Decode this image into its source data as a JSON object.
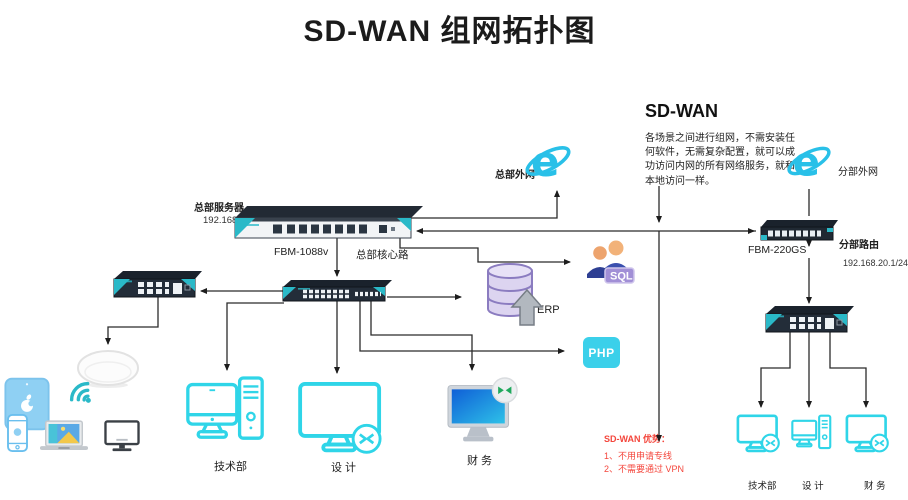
{
  "title": "SD-WAN 组网拓扑图",
  "sdwan_note": {
    "heading": "SD-WAN",
    "description": "各场景之间进行组网，不需安装任何软件，无需复杂配置，就可以成功访问内网的所有网络服务，就和本地访问一样。"
  },
  "hq": {
    "wan_label": "总部外网",
    "server_label": "总部服务器",
    "server_ip": "192.168.10.1/24",
    "router_model": "FBM-1088v",
    "core_label": "总部核心路",
    "services": {
      "erp": "ERP",
      "php": "PHP",
      "sql": "SQL"
    },
    "departments": [
      "技术部",
      "设 计",
      "财 务"
    ]
  },
  "branch": {
    "wan_label": "分部外网",
    "router_model": "FBM-220GS",
    "router_label": "分部路由",
    "router_ip": "192.168.20.1/24",
    "departments": [
      "技术部",
      "设 计",
      "财 务"
    ]
  },
  "advantages": {
    "heading": "SD-WAN 优势：",
    "items": [
      "1、不用申请专线",
      "2、不需要通过 VPN"
    ]
  },
  "colors": {
    "device_teal": "#2ab9c8",
    "icon_cyan": "#2fd5e8",
    "ie_blue": "#29c0e8",
    "accent_red": "#f4463c",
    "erp_purple": "#8b7cc0",
    "sql_tag": "#a18fd6"
  }
}
